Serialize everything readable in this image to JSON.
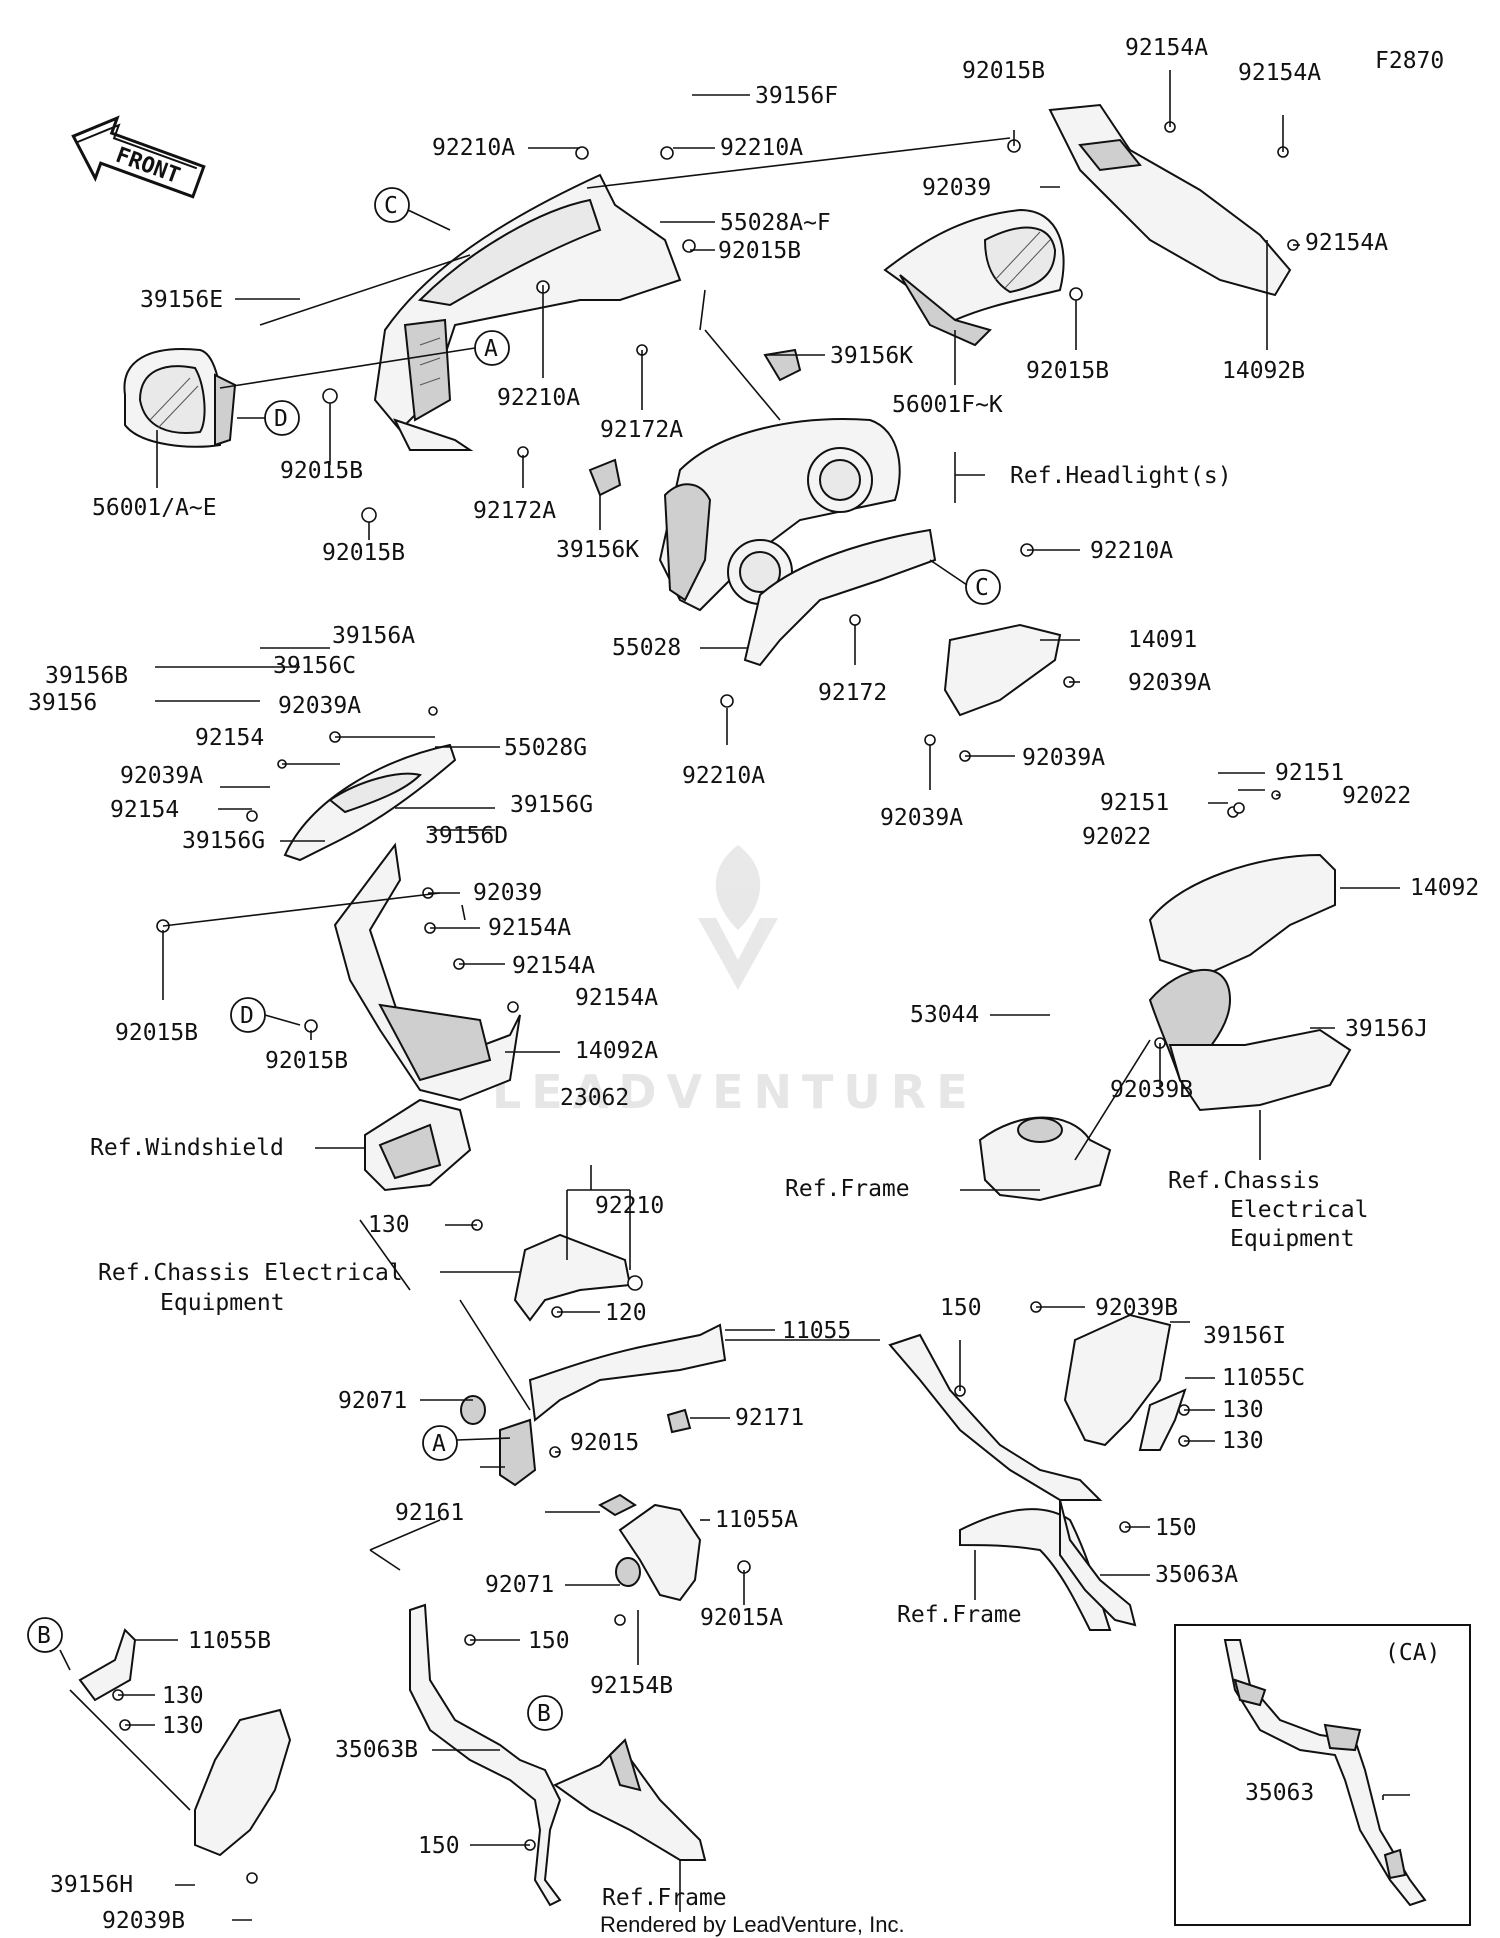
{
  "diagram_code": "F2870",
  "front_arrow_label": "FRONT",
  "footer": "Rendered by LeadVenture, Inc.",
  "watermark": "LEADVENTURE",
  "callout_letters": [
    "A",
    "B",
    "C",
    "D"
  ],
  "callouts": [
    {
      "id": "C",
      "text": "C"
    },
    {
      "id": "A",
      "text": "A"
    },
    {
      "id": "D",
      "text": "D"
    },
    {
      "id": "C",
      "text": "C"
    },
    {
      "id": "D",
      "text": "D"
    },
    {
      "id": "A",
      "text": "A"
    },
    {
      "id": "B",
      "text": "B"
    },
    {
      "id": "B",
      "text": "B"
    }
  ],
  "ca_box_label": "(CA)",
  "labels": [
    "39156F",
    "92210A",
    "92210A",
    "92015B",
    "92154A",
    "92154A",
    "92039",
    "92154A",
    "55028A~F",
    "92015B",
    "39156E",
    "39156K",
    "92210A",
    "92172A",
    "56001F~K",
    "92015B",
    "14092B",
    "92015B",
    "56001/A~E",
    "92172A",
    "92015B",
    "39156K",
    "Ref.Headlight(s)",
    "92210A",
    "14091",
    "92039A",
    "55028",
    "92172",
    "92039A",
    "92210A",
    "92039A",
    "39156A",
    "39156B",
    "39156C",
    "39156",
    "92039A",
    "92154",
    "55028G",
    "92039A",
    "39156G",
    "92154",
    "39156D",
    "39156G",
    "92039",
    "92154A",
    "92154A",
    "92154A",
    "14092A",
    "92015B",
    "92015B",
    "92151",
    "92022",
    "92151",
    "92022",
    "14092",
    "53044",
    "39156J",
    "92039B",
    "Ref.Chassis",
    "Electrical",
    "Equipment",
    "Ref.Frame",
    "23062",
    "Ref.Windshield",
    "92210",
    "130",
    "Ref.Chassis Electrical",
    "Equipment",
    "120",
    "11055",
    "150",
    "92039B",
    "39156I",
    "11055C",
    "130",
    "130",
    "92071",
    "92171",
    "92015",
    "92161",
    "11055A",
    "150",
    "35063A",
    "92071",
    "92015A",
    "Ref.Frame",
    "150",
    "92154B",
    "11055B",
    "130",
    "130",
    "35063B",
    "150",
    "39156H",
    "92039B",
    "Ref.Frame",
    "35063"
  ]
}
